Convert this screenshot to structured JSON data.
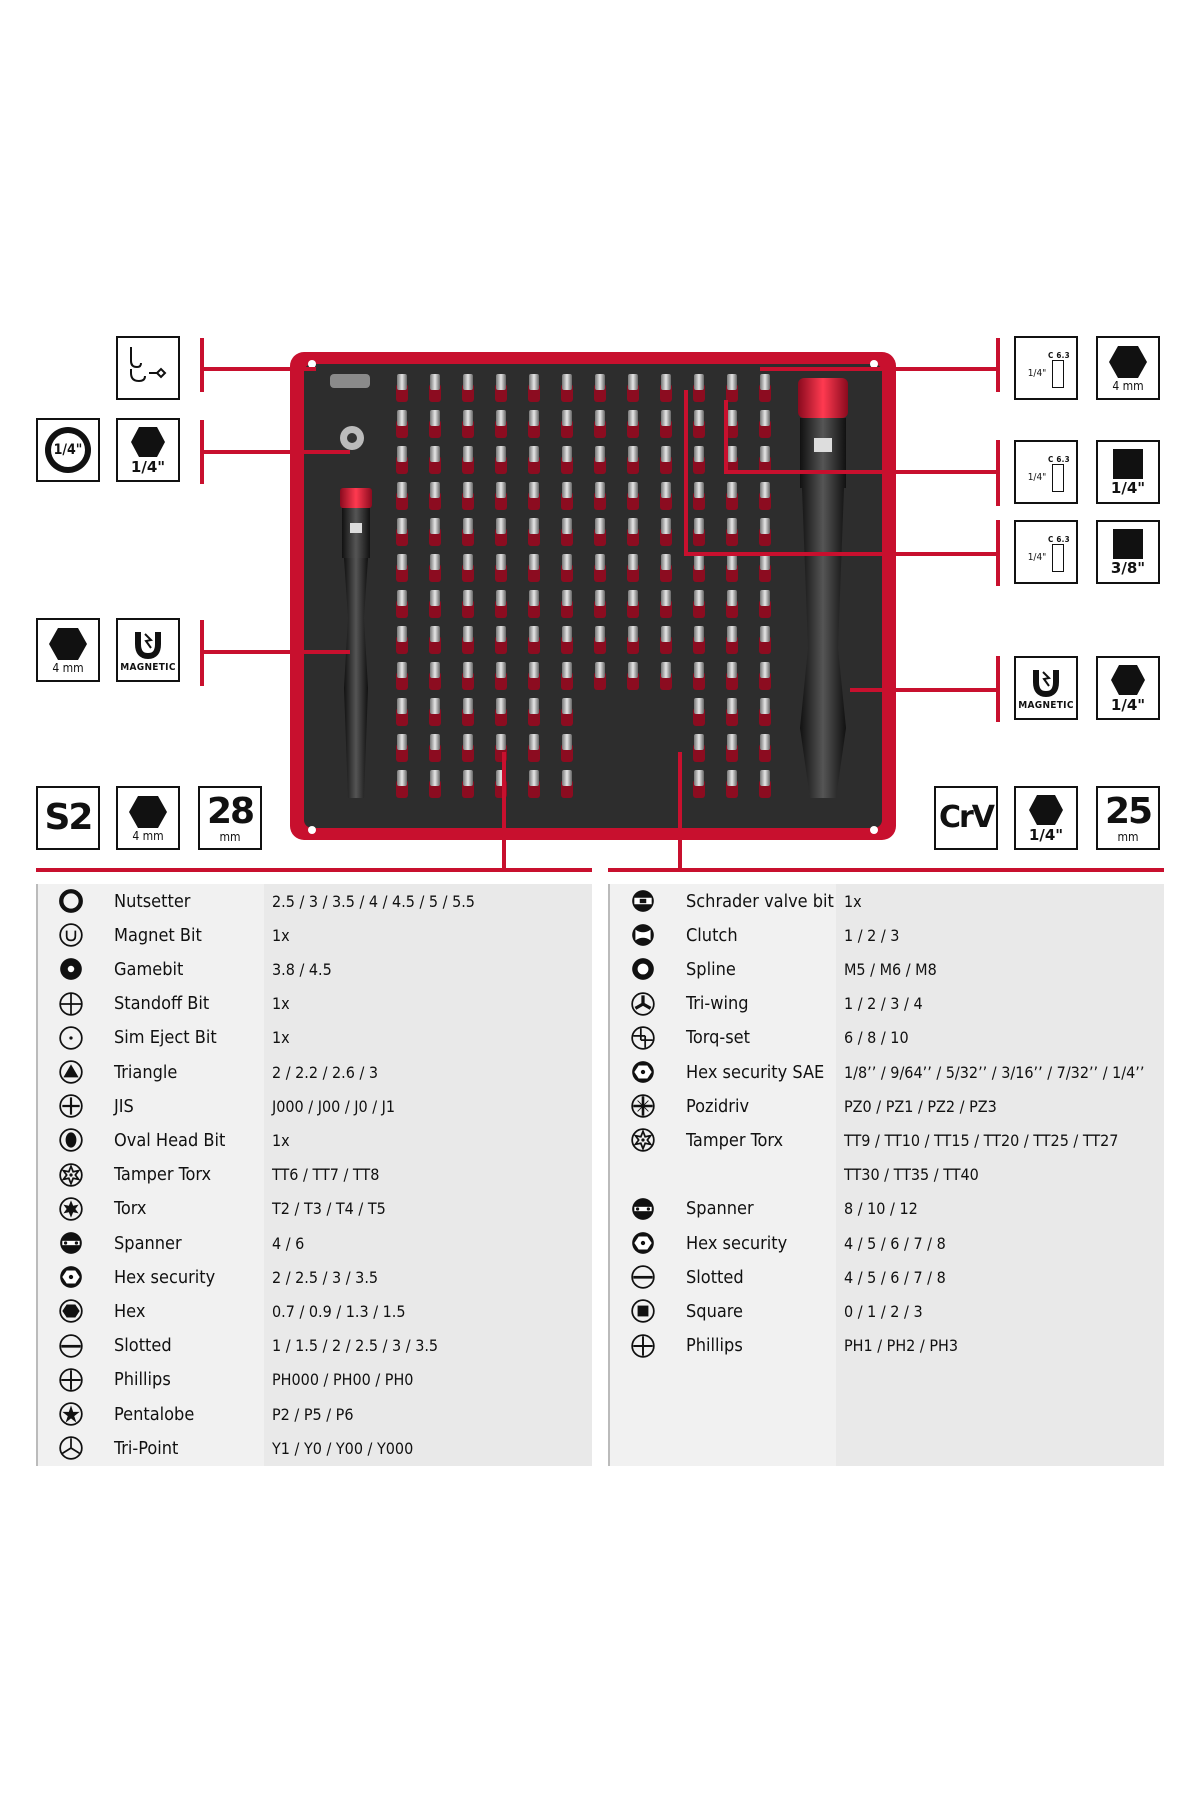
{
  "colors": {
    "accent": "#c8102e",
    "tray": "#c8102e",
    "foam": "#2a2a2a",
    "table_bg": "#f1f1f1"
  },
  "badges": {
    "hook_icon": "hook-tool-icon",
    "quarter_socket": "1/4\"",
    "quarter_hex": "1/4\"",
    "mm4_hex": "4 mm",
    "magnetic": "MAGNETIC",
    "s2": "S2",
    "len28": "28",
    "len28_unit": "mm",
    "crv": "CrV",
    "len25": "25",
    "len25_unit": "mm",
    "c63": "C 6.3",
    "quarter_small": "1/4\"",
    "square_quarter": "1/4\"",
    "square_3_8": "3/8\"",
    "right_mm4": "4 mm",
    "right_quarter_hex": "1/4\""
  },
  "left_table": [
    {
      "icon": "nutsetter-icon",
      "name": "Nutsetter",
      "values": "2.5 / 3 / 3.5 / 4 / 4.5 /  5 / 5.5"
    },
    {
      "icon": "magnet-bit-icon",
      "name": "Magnet Bit",
      "values": "1x"
    },
    {
      "icon": "gamebit-icon",
      "name": "Gamebit",
      "values": "3.8 / 4.5"
    },
    {
      "icon": "standoff-bit-icon",
      "name": "Standoff Bit",
      "values": "1x"
    },
    {
      "icon": "sim-eject-icon",
      "name": "Sim Eject Bit",
      "values": "1x"
    },
    {
      "icon": "triangle-icon",
      "name": "Triangle",
      "values": "2 / 2.2 / 2.6 / 3"
    },
    {
      "icon": "jis-icon",
      "name": "JIS",
      "values": "J000 / J00 / J0 / J1"
    },
    {
      "icon": "oval-head-icon",
      "name": "Oval Head Bit",
      "values": "1x"
    },
    {
      "icon": "tamper-torx-icon",
      "name": "Tamper Torx",
      "values": "TT6 / TT7 / TT8"
    },
    {
      "icon": "torx-icon",
      "name": "Torx",
      "values": "T2 / T3 / T4 / T5"
    },
    {
      "icon": "spanner-icon",
      "name": "Spanner",
      "values": "4 / 6"
    },
    {
      "icon": "hex-security-icon",
      "name": "Hex security",
      "values": "2 / 2.5 / 3 / 3.5"
    },
    {
      "icon": "hex-icon",
      "name": "Hex",
      "values": "0.7 / 0.9 / 1.3 / 1.5"
    },
    {
      "icon": "slotted-icon",
      "name": "Slotted",
      "values": "1 / 1.5 / 2 / 2.5 / 3 / 3.5"
    },
    {
      "icon": "phillips-icon",
      "name": "Phillips",
      "values": "PH000 / PH00 / PH0"
    },
    {
      "icon": "pentalobe-icon",
      "name": "Pentalobe",
      "values": "P2 / P5 / P6"
    },
    {
      "icon": "tri-point-icon",
      "name": "Tri-Point",
      "values": "Y1 / Y0 / Y00 / Y000"
    }
  ],
  "right_table": [
    {
      "icon": "schrader-icon",
      "name": "Schrader valve bit",
      "values": "1x"
    },
    {
      "icon": "clutch-icon",
      "name": "Clutch",
      "values": "1 / 2 / 3"
    },
    {
      "icon": "spline-icon",
      "name": "Spline",
      "values": "M5 / M6 / M8"
    },
    {
      "icon": "tri-wing-icon",
      "name": "Tri-wing",
      "values": "1 / 2 / 3 / 4"
    },
    {
      "icon": "torq-set-icon",
      "name": "Torq-set",
      "values": "6 / 8 / 10"
    },
    {
      "icon": "hex-security-sae-icon",
      "name": "Hex security SAE",
      "values": "1/8’’ / 9/64’’ / 5/32’’ / 3/16’’ / 7/32’’ / 1/4’’"
    },
    {
      "icon": "pozidriv-icon",
      "name": "Pozidriv",
      "values": "PZ0 / PZ1 / PZ2 / PZ3"
    },
    {
      "icon": "tamper-torx-icon",
      "name": "Tamper Torx",
      "values": "TT9 / TT10 / TT15 / TT20 / TT25 / TT27"
    },
    {
      "icon": "",
      "name": "",
      "values": "TT30 / TT35 / TT40"
    },
    {
      "icon": "spanner-icon",
      "name": "Spanner",
      "values": "8 / 10 / 12"
    },
    {
      "icon": "hex-security-icon",
      "name": "Hex security",
      "values": "4 / 5 / 6 / 7 / 8"
    },
    {
      "icon": "slotted-icon",
      "name": "Slotted",
      "values": "4 / 5 / 6 / 7 / 8"
    },
    {
      "icon": "square-icon",
      "name": "Square",
      "values": "0 / 1 / 2 / 3"
    },
    {
      "icon": "phillips-icon",
      "name": "Phillips",
      "values": "PH1 / PH2 / PH3"
    }
  ]
}
